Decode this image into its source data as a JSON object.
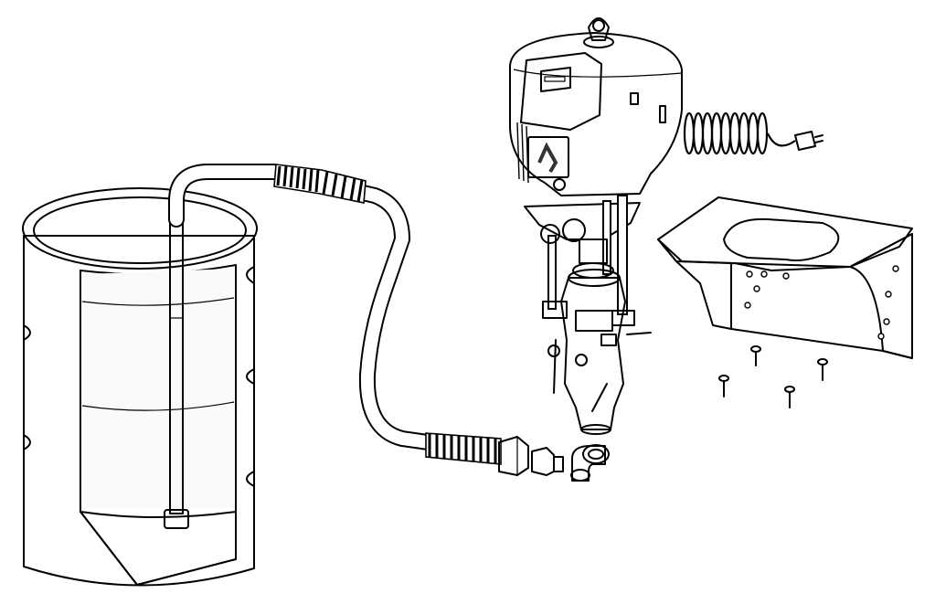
{
  "figure": {
    "components": [
      {
        "name": "drum",
        "icon": "drum-cutaway"
      },
      {
        "name": "suction-tube",
        "icon": "suction-tube"
      },
      {
        "name": "supply-hose",
        "icon": "hose"
      },
      {
        "name": "pump-motor-assembly",
        "icon": "pump"
      },
      {
        "name": "power-cord",
        "icon": "coiled-cord"
      },
      {
        "name": "mounting-bracket",
        "icon": "bracket"
      },
      {
        "name": "mounting-screws",
        "icon": "screw",
        "count": 4
      },
      {
        "name": "fittings",
        "icon": "elbow-fitting"
      }
    ],
    "colors": {
      "line": "#000000",
      "metal-fill": "#f2f2f2",
      "fluid-fill": "#c8c8c8",
      "shadow-fill": "#9a9a9a",
      "dark-fill": "#333333"
    }
  }
}
